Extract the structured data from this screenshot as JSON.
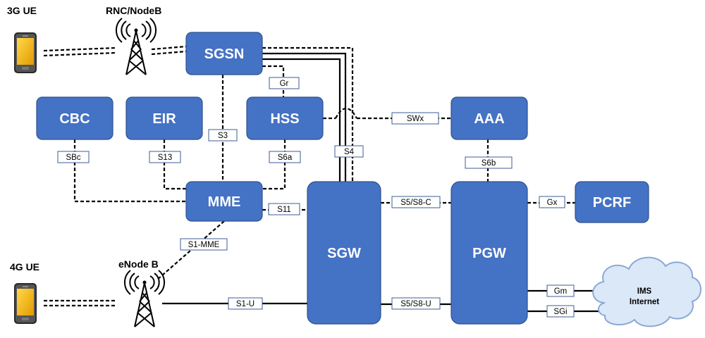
{
  "colors": {
    "node_fill": "#4472c4",
    "cloud_fill": "#dbe8f8",
    "phone_screen": "#f5b800"
  },
  "labels": {
    "ue3g": "3G UE",
    "rnc": "RNC/NodeB",
    "ue4g": "4G UE",
    "enodeb": "eNode B"
  },
  "nodes": {
    "sgsn": "SGSN",
    "cbc": "CBC",
    "eir": "EIR",
    "hss": "HSS",
    "aaa": "AAA",
    "mme": "MME",
    "sgw": "SGW",
    "pgw": "PGW",
    "pcrf": "PCRF"
  },
  "interfaces": {
    "gr": "Gr",
    "s3": "S3",
    "swx": "SWx",
    "sbc": "SBc",
    "s13": "S13",
    "s6a": "S6a",
    "s4": "S4",
    "s6b": "S6b",
    "s11": "S11",
    "s5s8c": "S5/S8-C",
    "gx": "Gx",
    "s1mme": "S1-MME",
    "s1u": "S1-U",
    "s5s8u": "S5/S8-U",
    "gm": "Gm",
    "sgi": "SGi"
  },
  "cloud": {
    "line1": "IMS",
    "line2": "Internet"
  },
  "icons": {
    "phone": "smartphone-icon",
    "tower": "radio-tower-icon",
    "cloud": "cloud-icon"
  }
}
